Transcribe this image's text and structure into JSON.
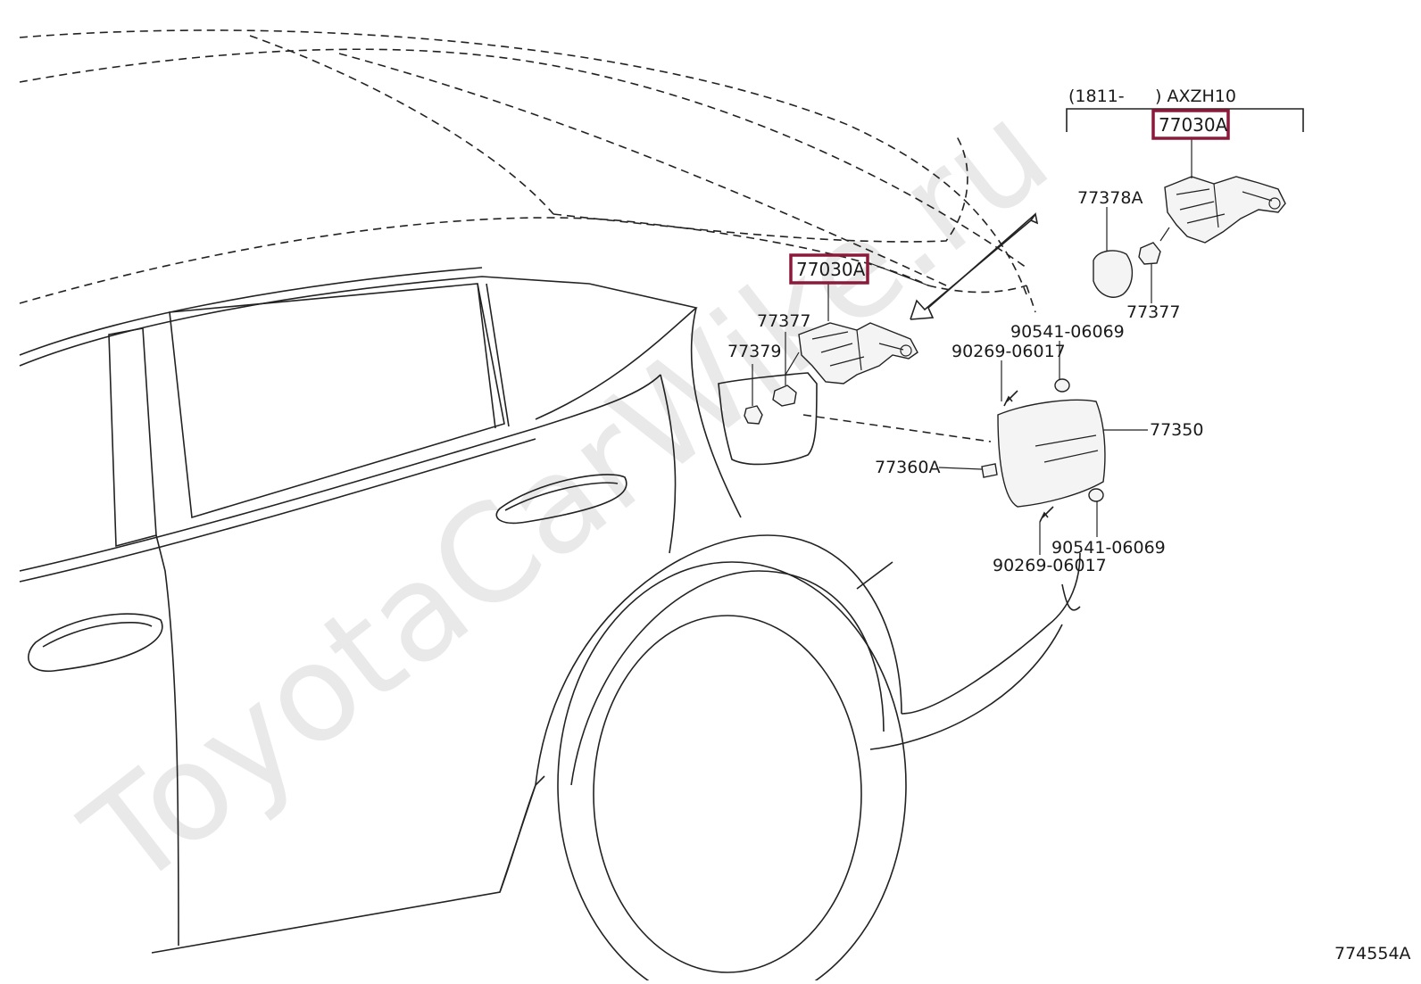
{
  "watermark": "ToyotaCarWike.ru",
  "diagram_code": "774554A",
  "variant_note": {
    "date": "(1811-",
    "model": ") AXZH10"
  },
  "colors": {
    "highlight": "#8b1a3a",
    "line": "#222222"
  },
  "labels": {
    "part_77030A_main": "77030A",
    "part_77030A_variant": "77030A",
    "part_77378A": "77378A",
    "part_77377_variant": "77377",
    "part_77377_main": "77377",
    "part_77379": "77379",
    "part_90541_upper": "90541-06069",
    "part_90269_upper": "90269-06017",
    "part_77350": "77350",
    "part_77360A": "77360A",
    "part_90541_lower": "90541-06069",
    "part_90269_lower": "90269-06017"
  }
}
